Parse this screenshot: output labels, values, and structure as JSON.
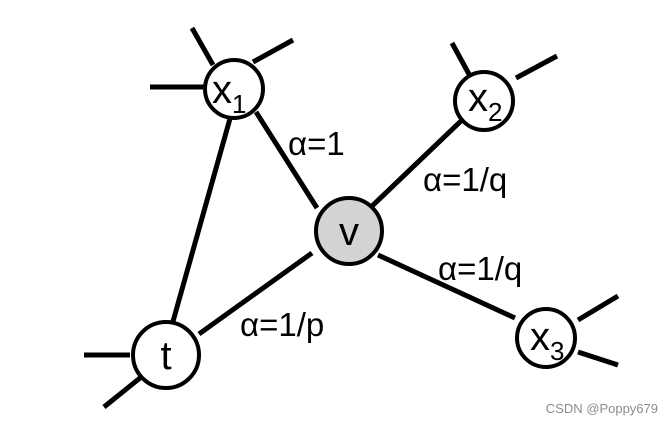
{
  "diagram": {
    "nodes": {
      "x1": {
        "base": "x",
        "sub": "1",
        "fill": "#ffffff"
      },
      "x2": {
        "base": "x",
        "sub": "2",
        "fill": "#ffffff"
      },
      "x3": {
        "base": "x",
        "sub": "3",
        "fill": "#ffffff"
      },
      "v": {
        "base": "v",
        "sub": "",
        "fill": "#d3d3d3"
      },
      "t": {
        "base": "t",
        "sub": "",
        "fill": "#ffffff"
      }
    },
    "edges": [
      {
        "from": "t",
        "to": "x1"
      },
      {
        "from": "v",
        "to": "x1",
        "label": "α=1"
      },
      {
        "from": "v",
        "to": "x2",
        "label": "α=1/q"
      },
      {
        "from": "v",
        "to": "x3",
        "label": "α=1/q"
      },
      {
        "from": "v",
        "to": "t",
        "label": "α=1/p"
      }
    ]
  },
  "watermark": "CSDN @Poppy679"
}
